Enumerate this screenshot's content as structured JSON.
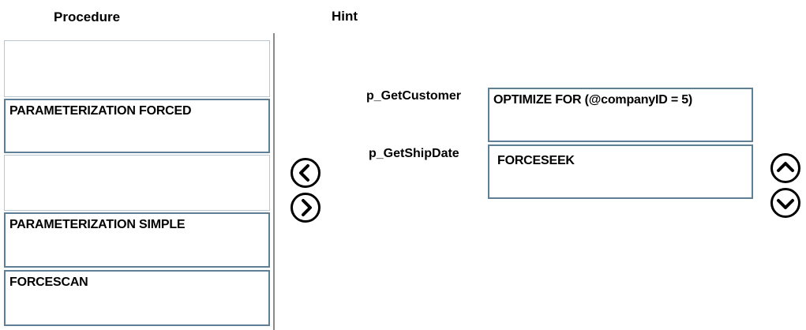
{
  "headers": {
    "procedure": "Procedure",
    "hint": "Hint"
  },
  "source_options": [
    "",
    "PARAMETERIZATION FORCED",
    "",
    "PARAMETERIZATION SIMPLE",
    "FORCESCAN"
  ],
  "assignments": [
    {
      "procedure": "p_GetCustomer",
      "hint": "OPTIMIZE FOR (@companyID = 5)"
    },
    {
      "procedure": "p_GetShipDate",
      "hint": "FORCESEEK"
    }
  ],
  "icons": {
    "move_left": "chevron-left-circle-icon",
    "move_right": "chevron-right-circle-icon",
    "move_up": "chevron-up-circle-icon",
    "move_down": "chevron-down-circle-icon"
  },
  "colors": {
    "box_border": "#5f7f97",
    "empty_slot_border": "#b9c7d2",
    "divider": "#8a8a8a"
  }
}
